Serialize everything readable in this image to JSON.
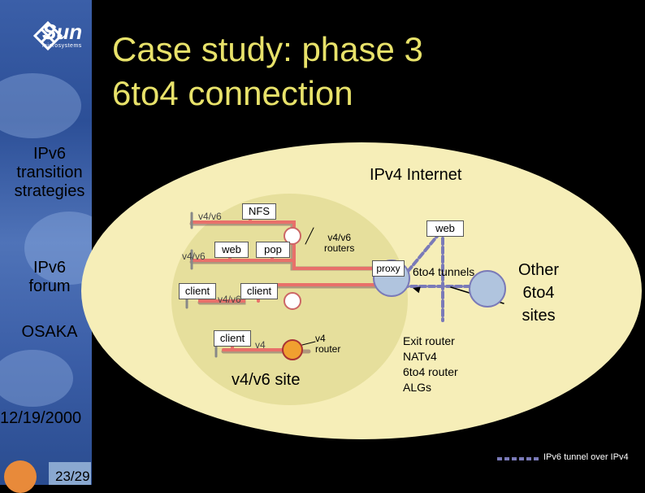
{
  "sidebar": {
    "logo_text": "Sun",
    "logo_sub": "microsystems",
    "item1": "IPv6\ntransition\nstrategies",
    "item2": "IPv6\nforum",
    "item3": "OSAKA",
    "date": "12/19/2000",
    "page": "23/29"
  },
  "title": "Case study: phase 3\n6to4 connection",
  "diagram": {
    "internet_label": "IPv4 Internet",
    "site_label": "v4/v6 site",
    "nfs": "NFS",
    "web_inner": "web",
    "pop": "pop",
    "client1": "client",
    "client2": "client",
    "client3": "client",
    "web_outer": "web",
    "proxy": "proxy",
    "tag_v4v6_1": "v4/v6",
    "tag_v4v6_2": "v4/v6",
    "tag_v4v6_3": "v4/v6",
    "tag_v4": "v4",
    "v4v6_routers": "v4/v6\nrouters",
    "v4_router": "v4\nrouter",
    "tunnels": "6to4 tunnels",
    "other_sites": "Other\n6to4\nsites",
    "exit_router": "Exit router\nNATv4\n6to4 router\nALGs",
    "legend": "IPv6 tunnel over IPv4"
  },
  "colors": {
    "title": "#e8e26a",
    "net_line": "#e8706a",
    "tunnel": "#7a7ab8",
    "router": "#b0c4de"
  }
}
